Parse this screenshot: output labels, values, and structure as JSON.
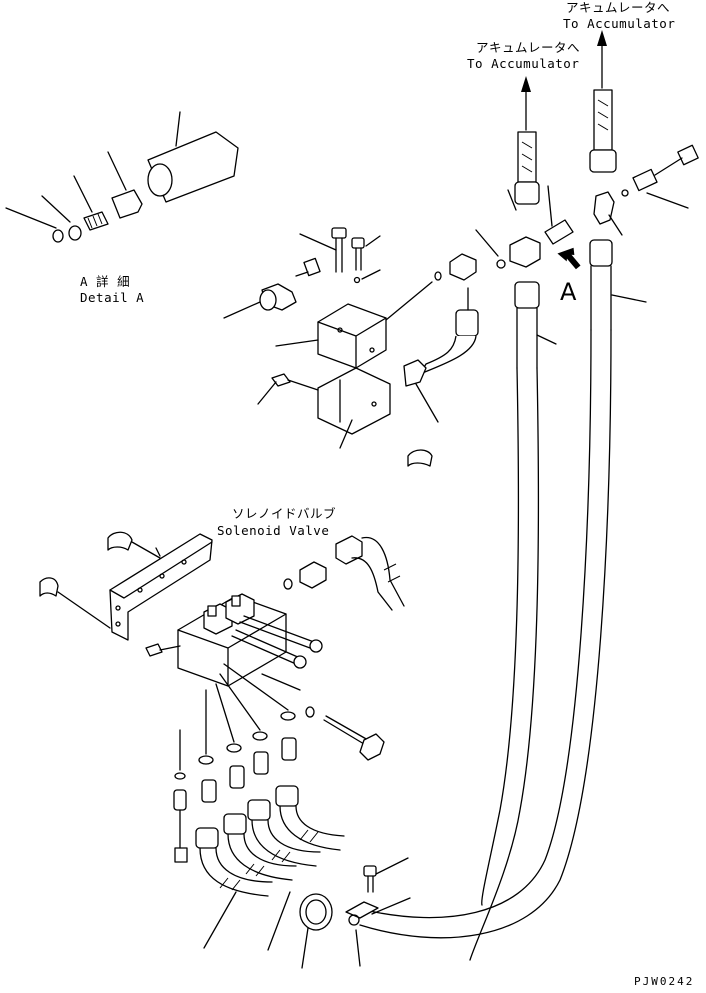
{
  "labels": {
    "accumulator_right_jp": "アキュムレータへ",
    "accumulator_right_en": "To Accumulator",
    "accumulator_left_jp": "アキュムレータへ",
    "accumulator_left_en": "To Accumulator",
    "view_marker": "A",
    "detail_jp": "A 詳 細",
    "detail_en": "Detail A",
    "solenoid_jp": "ソレノイドバルブ",
    "solenoid_en": "Solenoid Valve",
    "drawing_code": "PJW0242"
  }
}
